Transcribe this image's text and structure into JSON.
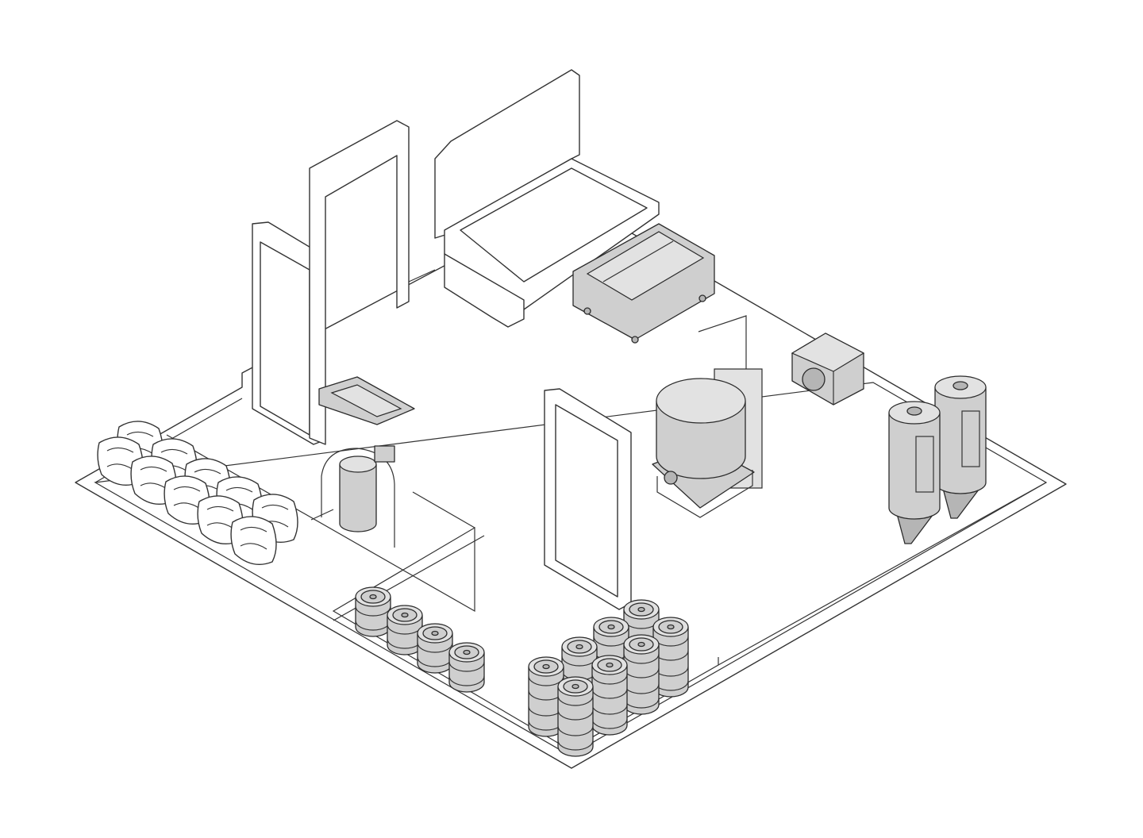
{
  "colors": {
    "background": "#ffffff",
    "line": "#333333",
    "equipment_fill": "#cfcfcf",
    "equipment_shade": "#b5b5b5",
    "equipment_light": "#e2e2e2"
  },
  "objects": [
    "floor-plan",
    "walls-and-doorframes",
    "cold-room",
    "mash-tun-tote",
    "hoist-crane",
    "brew-kettle",
    "chiller-unit",
    "fermenter-tanks",
    "grain-mill",
    "malt-sacks",
    "kegs"
  ]
}
